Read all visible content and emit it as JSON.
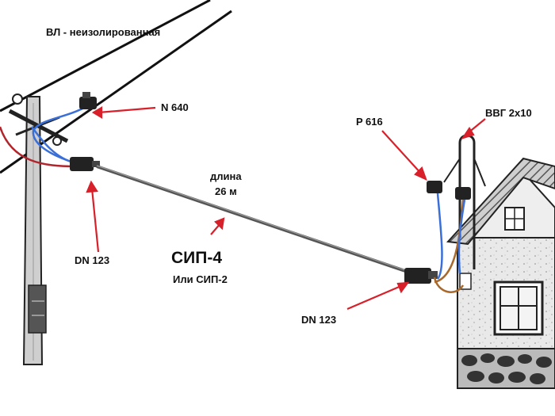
{
  "labels": {
    "overhead_line": "ВЛ - неизолированная",
    "clamp_n640": "N 640",
    "clamp_dn123_left": "DN 123",
    "clamp_dn123_right": "DN 123",
    "clamp_p616": "P 616",
    "cable_vvg": "ВВГ 2х10",
    "length_line1": "длина",
    "length_line2": "26 м",
    "cable_main": "СИП-4",
    "cable_alt": "Или СИП-2"
  },
  "colors": {
    "ink": "#111111",
    "arrow": "#d8202a",
    "wire_blue": "#3a6fd8",
    "wire_red": "#b0262c",
    "wire_brown": "#a8692b",
    "cable_gray": "#555555"
  }
}
